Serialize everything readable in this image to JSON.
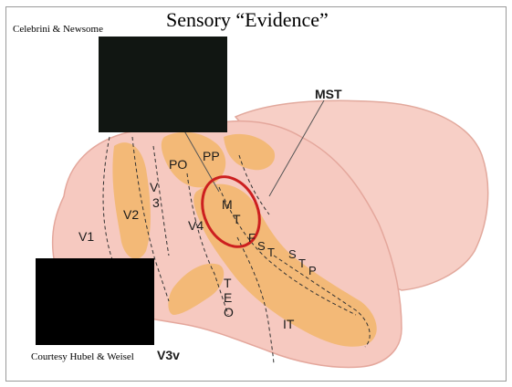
{
  "slide": {
    "title": "Sensory “Evidence”",
    "credit_top": "Celebrini & Newsome",
    "credit_bottom": "Courtesy Hubel & Weisel"
  },
  "diagram": {
    "labels": {
      "mst": "MST",
      "po": "PO",
      "pp": "PP",
      "v3_v": "V",
      "v3_3": "3",
      "v2": "V2",
      "v1": "V1",
      "v4": "V4",
      "mt_m": "M",
      "mt_t": "T",
      "fst_f": "F",
      "fst_s": "S",
      "fst_t": "T",
      "stp_s": "S",
      "stp_t": "T",
      "stp_p": "P",
      "teo_t": "T",
      "teo_e": "E",
      "teo_o": "O",
      "it": "IT",
      "v3v": "V3v"
    },
    "colors": {
      "cortex": "#f6c9c0",
      "cortex_edge": "#e4a79c",
      "areas": "#f2b66a",
      "highlight": "#cc1f1f",
      "video": "#000000"
    }
  }
}
